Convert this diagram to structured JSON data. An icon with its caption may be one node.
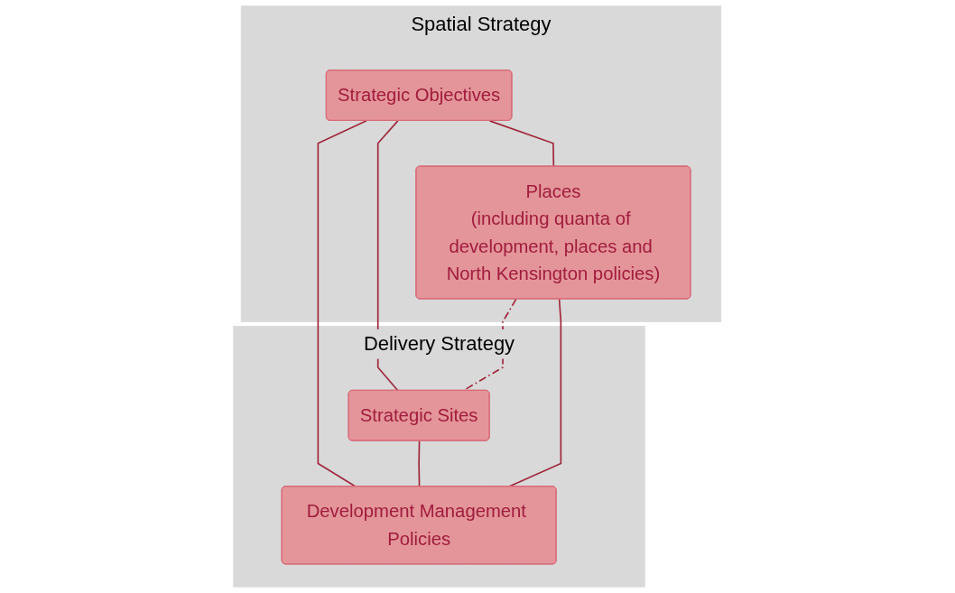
{
  "diagram": {
    "nodes": [
      {
        "text": [
          "Spatial Strategy"
        ]
      },
      {
        "text": [
          "Strategic Objectives"
        ],
        "in": 0
      },
      {
        "text": [
          "Places",
          "(including quanta of development, places and North Kensington policies)"
        ],
        "in": 0
      },
      {
        "text": [
          "Delivery Strategy"
        ]
      },
      {
        "text": [
          "Strategic Sites"
        ],
        "in": 3
      },
      {
        "text": [
          "Development Management Policies"
        ],
        "in": 3
      }
    ],
    "edges": [
      {
        "from": 1,
        "to": 4,
        "arrow": "none"
      },
      {
        "from": 1,
        "to": 2,
        "arrow": "none"
      },
      {
        "from": 1,
        "to": 5,
        "arrow": "none"
      },
      {
        "from": 2,
        "to": 4,
        "arrow": "none",
        "style": "dashed"
      },
      {
        "from": 4,
        "to": 5,
        "arrow": "none"
      },
      {
        "from": 2,
        "to": 5,
        "arrow": "none"
      }
    ]
  }
}
